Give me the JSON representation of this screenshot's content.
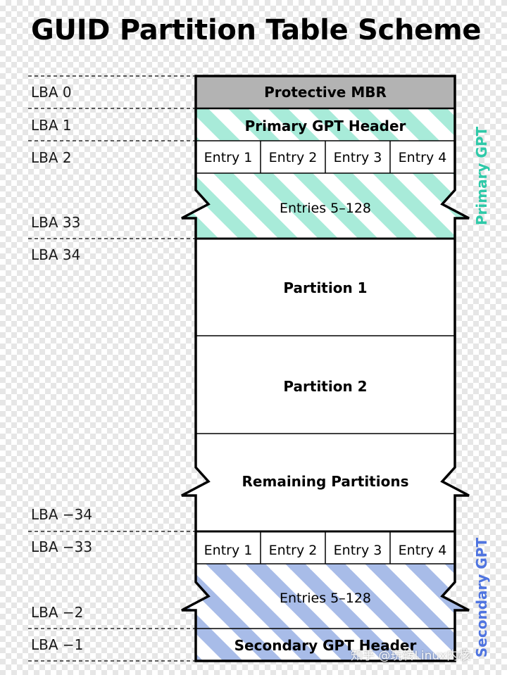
{
  "title": "GUID Partition Table Scheme",
  "lba_labels": {
    "lba0": "LBA 0",
    "lba1": "LBA 1",
    "lba2": "LBA 2",
    "lba33": "LBA 33",
    "lba34": "LBA 34",
    "lba_m34": "LBA −34",
    "lba_m33": "LBA −33",
    "lba_m2": "LBA −2",
    "lba_m1": "LBA −1"
  },
  "blocks": {
    "protective_mbr": "Protective MBR",
    "primary_header": "Primary GPT Header",
    "primary_entries": [
      "Entry 1",
      "Entry 2",
      "Entry 3",
      "Entry 4"
    ],
    "primary_rest": "Entries 5–128",
    "partition1": "Partition 1",
    "partition2": "Partition 2",
    "remaining": "Remaining Partitions",
    "secondary_entries": [
      "Entry 1",
      "Entry 2",
      "Entry 3",
      "Entry 4"
    ],
    "secondary_rest": "Entries 5–128",
    "secondary_header": "Secondary GPT Header"
  },
  "side_labels": {
    "primary": "Primary GPT",
    "secondary": "Secondary GPT"
  },
  "colors": {
    "primary_hatch": "#a8ebd9",
    "secondary_hatch": "#a8bce8",
    "primary_label": "#2ec9a8",
    "secondary_label": "#4f74e0",
    "mbr_fill": "#b3b3b3"
  },
  "watermark": "知乎 @玩转Linux内核"
}
